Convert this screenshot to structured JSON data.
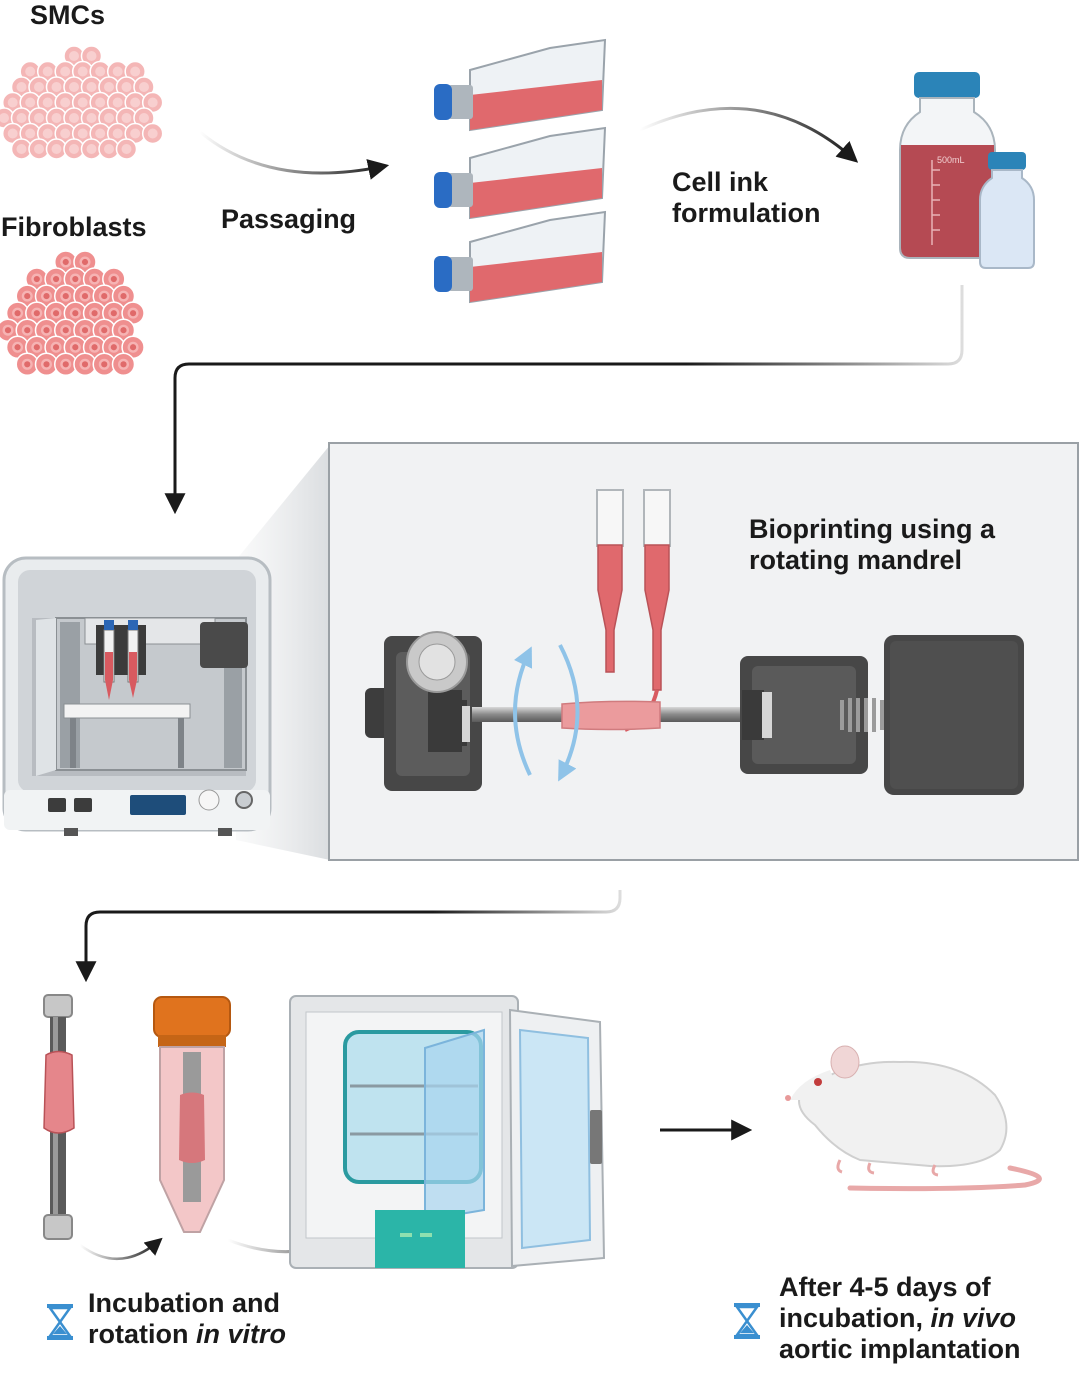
{
  "labels": {
    "smcs": "SMCs",
    "fibroblasts": "Fibroblasts",
    "passaging": "Passaging",
    "cell_ink_line1": "Cell ink",
    "cell_ink_line2": "formulation",
    "bottle_volume": "500mL",
    "bioprinting_line1": "Bioprinting using a",
    "bioprinting_line2": "rotating mandrel",
    "incubation_line1": "Incubation and",
    "incubation_line2_prefix": "rotation ",
    "incubation_line2_italic": "in vitro",
    "after_line1": "After 4-5 days of",
    "after_line2_prefix": "incubation, ",
    "after_line2_italic": "in vivo",
    "after_line3": "aortic implantation"
  },
  "icons": [
    "hourglass-icon",
    "arrow-icon",
    "rotation-arrow-icon"
  ],
  "colors": {
    "cell_fill": "#f4b6b6",
    "cell_fill_dark": "#ef8f8f",
    "cell_nucleus": "#e06a6a",
    "medium_red": "#e0696d",
    "flask_cap": "#2a6cc4",
    "bottle_cap": "#2b84b8",
    "machine_gray": "#4a4a4a",
    "hourglass": "#3a8fd0",
    "incubator_teal": "#2bb5a8",
    "tube_cap": "#e0731e",
    "arrow": "#1a1a1a"
  }
}
